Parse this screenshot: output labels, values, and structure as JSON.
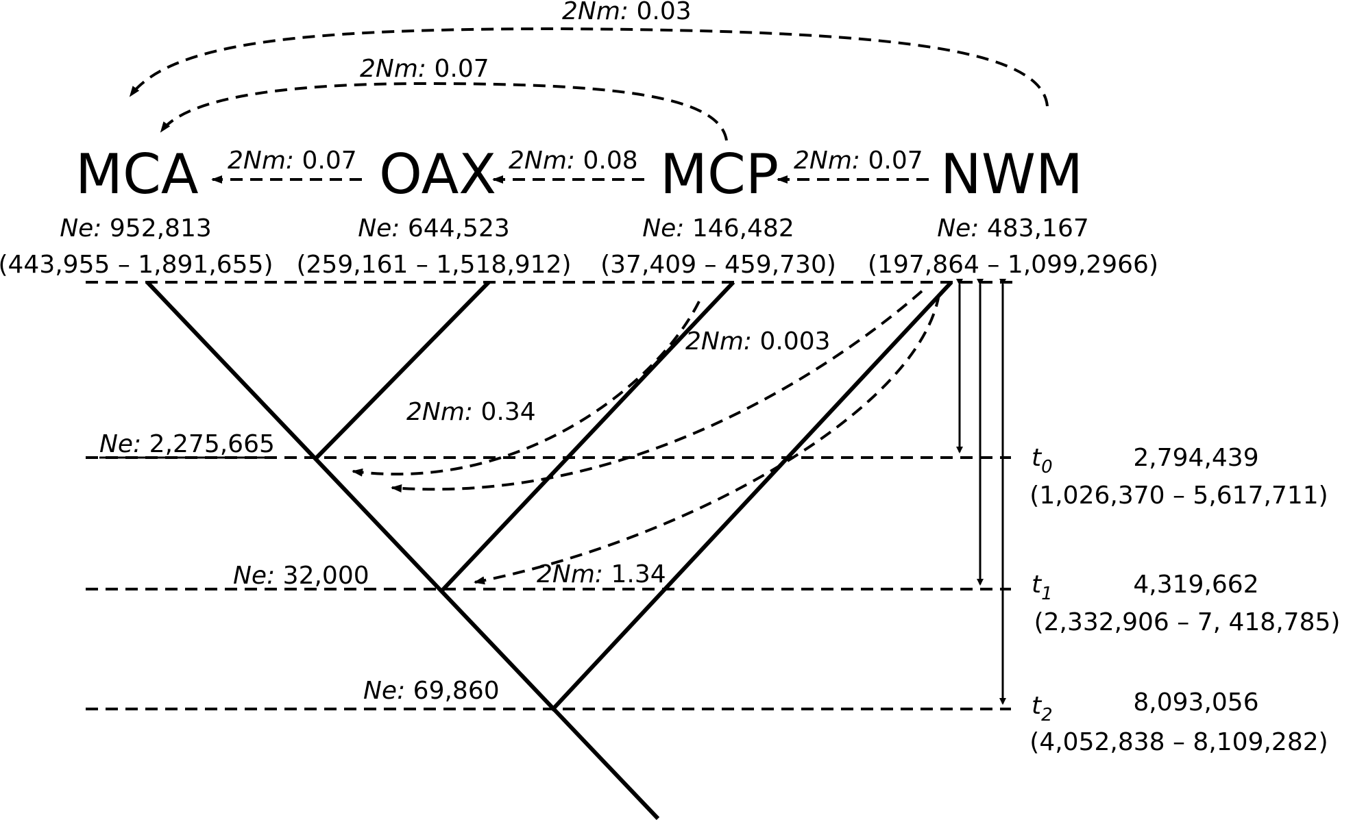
{
  "populations": [
    {
      "id": "mca",
      "name": "MCA",
      "ne_prefix": "Ne:",
      "ne": "952,813",
      "ne_range": "(443,955 – 1,891,655)"
    },
    {
      "id": "oax",
      "name": "OAX",
      "ne_prefix": "Ne:",
      "ne": "644,523",
      "ne_range": "(259,161 – 1,518,912)"
    },
    {
      "id": "mcp",
      "name": "MCP",
      "ne_prefix": "Ne:",
      "ne": "146,482",
      "ne_range": "(37,409 – 459,730)"
    },
    {
      "id": "nwm",
      "name": "NWM",
      "ne_prefix": "Ne:",
      "ne": "483,167",
      "ne_range": "(197,864 – 1,099,2966)"
    }
  ],
  "migration": {
    "prefix": "2Nm:",
    "nwm_to_mca": "0.03",
    "mcp_to_mca": "0.07",
    "oax_to_mca": "0.07",
    "mcp_to_oax": "0.08",
    "nwm_to_mcp": "0.07",
    "to_node_t0_a": "0.34",
    "to_node_t0_b": "0.003",
    "to_node_t1": "1.34"
  },
  "ancestral": [
    {
      "prefix": "Ne:",
      "value": "2,275,665"
    },
    {
      "prefix": "Ne:",
      "value": "32,000"
    },
    {
      "prefix": "Ne:",
      "value": "69,860"
    }
  ],
  "times": [
    {
      "label": "t",
      "sub": "0",
      "value": "2,794,439",
      "range": "(1,026,370 – 5,617,711)"
    },
    {
      "label": "t",
      "sub": "1",
      "value": "4,319,662",
      "range": "(2,332,906 – 7, 418,785)"
    },
    {
      "label": "t",
      "sub": "2",
      "value": "8,093,056",
      "range": "(4,052,838 – 8,109,282)"
    }
  ]
}
